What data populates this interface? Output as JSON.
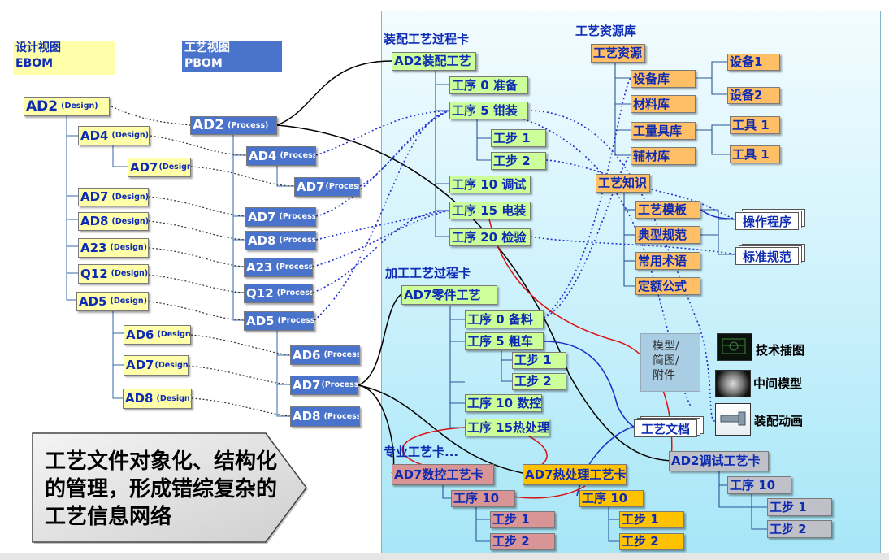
{
  "headers": {
    "ebom": [
      "设计视图",
      "EBOM"
    ],
    "pbom": [
      "工艺视图",
      "PBOM"
    ]
  },
  "design_nodes": {
    "AD2": [
      "AD2",
      "(Design)"
    ],
    "AD4": [
      "AD4",
      "(Design)"
    ],
    "AD7a": [
      "AD7",
      "(Design)"
    ],
    "AD7b": [
      "AD7",
      "(Design)"
    ],
    "AD8a": [
      "AD8",
      "(Design)"
    ],
    "A23": [
      "A23",
      "(Design)"
    ],
    "Q12": [
      "Q12",
      "(Design)"
    ],
    "AD5": [
      "AD5",
      "(Design)"
    ],
    "AD6": [
      "AD6",
      "(Design)"
    ],
    "AD7c": [
      "AD7",
      "(Design)"
    ],
    "AD8b": [
      "AD8",
      "(Design)"
    ]
  },
  "process_nodes": {
    "AD2": [
      "AD2",
      "(Process)"
    ],
    "AD4": [
      "AD4",
      "(Process)"
    ],
    "AD7a": [
      "AD7",
      "(Process)"
    ],
    "AD7b": [
      "AD7",
      "(Process)"
    ],
    "AD8a": [
      "AD8",
      "(Process)"
    ],
    "A23": [
      "A23",
      "(Process)"
    ],
    "Q12": [
      "Q12",
      "(Process)"
    ],
    "AD5": [
      "AD5",
      "(Process)"
    ],
    "AD6": [
      "AD6",
      "(Process)"
    ],
    "AD7c": [
      "AD7",
      "(Process)"
    ],
    "AD8b": [
      "AD8",
      "(Process)"
    ]
  },
  "labels": {
    "assembly_card": "装配工艺过程卡",
    "resource_lib": "工艺资源库",
    "machining_card": "加工工艺过程卡",
    "special_card": "专业工艺卡..."
  },
  "assembly": {
    "root": "AD2装配工艺",
    "op0": "工序 0  准备",
    "op5": "工序 5  钳装",
    "step1": "工步 1",
    "step2": "工步 2",
    "op10": "工序 10  调试",
    "op15": "工序 15  电装",
    "op20": "工序 20  检验"
  },
  "resources": {
    "root": "工艺资源",
    "equip_lib": "设备库",
    "material_lib": "材料库",
    "tool_lib": "工量具库",
    "aux_lib": "辅材库",
    "equip1": "设备1",
    "equip2": "设备2",
    "tool1": "工具 1",
    "tool2": "工具 1",
    "knowledge": "工艺知识",
    "template": "工艺模板",
    "typical": "典型规范",
    "terms": "常用术语",
    "quota": "定额公式",
    "procedure": "操作程序",
    "standard": "标准规范"
  },
  "machining": {
    "root": "AD7零件工艺",
    "op0": "工序 0  备料",
    "op5": "工序 5  粗车",
    "step1": "工步 1",
    "step2": "工步 2",
    "op10": "工序 10 数控",
    "op15": "工序 15热处理"
  },
  "attachments": {
    "model_text": [
      "模型/",
      "简图/",
      "附件"
    ],
    "tech_illus": "技术插图",
    "mid_model": "中间模型",
    "assy_anim": "装配动画",
    "process_doc": "工艺文档"
  },
  "special": {
    "nc_card": "AD7数控工艺卡",
    "nc_op10": "工序 10",
    "nc_step1": "工步 1",
    "nc_step2": "工步 2",
    "heat_card": "AD7热处理工艺卡",
    "heat_op10": "工序 10",
    "heat_step1": "工步 1",
    "heat_step2": "工步 2",
    "debug_card": "AD2调试工艺卡",
    "debug_op10": "工序 10",
    "debug_step1": "工步 1",
    "debug_step2": "工步 2"
  },
  "callout": "工艺文件对象化、结构化的管理，形成错综复杂的工艺信息网络",
  "colors": {
    "design_fill": "#ffffaa",
    "process_fill": "#4a73cc",
    "green_fill": "#ccff99",
    "orange_fill": "#ffbf66",
    "pink_fill": "#d99595",
    "amber_fill": "#ffc200",
    "gray_fill": "#c0c0c8",
    "text_blue": "#0d2bb3",
    "link_blue": "#2233cc",
    "link_red": "#dd1111",
    "panel_blue": "#a6e6f7"
  },
  "icons": [
    "technical-illustration-icon",
    "intermediate-model-icon",
    "assembly-animation-icon"
  ]
}
